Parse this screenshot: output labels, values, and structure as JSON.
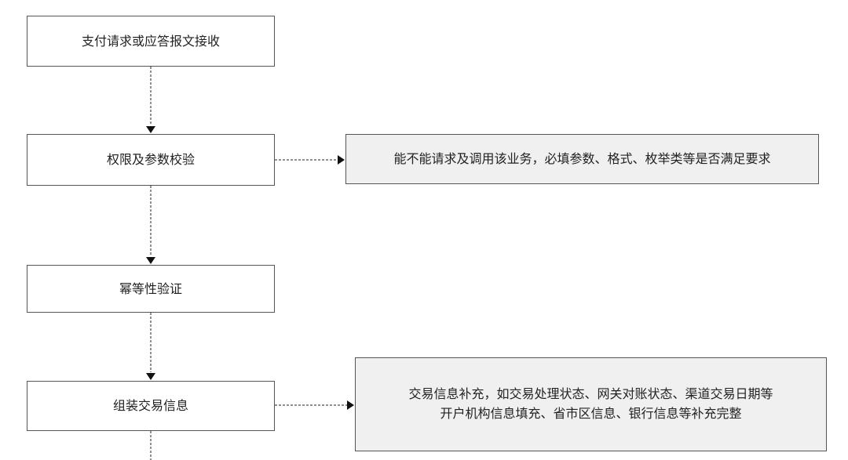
{
  "flow": {
    "steps": [
      {
        "label": "支付请求或应答报文接收"
      },
      {
        "label": "权限及参数校验"
      },
      {
        "label": "幂等性验证"
      },
      {
        "label": "组装交易信息"
      }
    ],
    "notes": [
      {
        "lines": [
          "能不能请求及调用该业务，必填参数、格式、枚举类等是否满足要求"
        ]
      },
      {
        "lines": [
          "交易信息补充，如交易处理状态、网关对账状态、渠道交易日期等",
          "开户机构信息填充、省市区信息、银行信息等补充完整"
        ]
      }
    ]
  }
}
